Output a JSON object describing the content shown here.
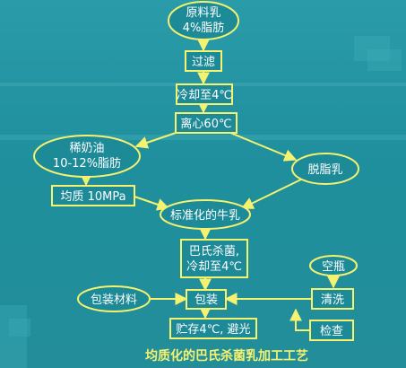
{
  "diagram": {
    "nodes": {
      "raw_milk": [
        "原料乳",
        "4%脂肪"
      ],
      "filter": [
        "过滤"
      ],
      "cool_1": [
        "冷却至4℃"
      ],
      "centrifuge": [
        "离心60℃"
      ],
      "cream": [
        "稀奶油",
        "10-12%脂肪"
      ],
      "skim": [
        "脱脂乳"
      ],
      "homogenize": [
        "均质  10MPa"
      ],
      "standard_milk": [
        "标准化的牛乳"
      ],
      "pasteurize": [
        "巴氏杀菌,",
        "冷却至4℃"
      ],
      "packaging_material": [
        "包装材料"
      ],
      "packaging": [
        "包装"
      ],
      "empty_bottle": [
        "空瓶"
      ],
      "wash": [
        "清洗"
      ],
      "storage": [
        "贮存4℃, 避光"
      ],
      "inspect": [
        "检查"
      ]
    },
    "title": "均质化的巴氏杀菌乳加工工艺"
  }
}
